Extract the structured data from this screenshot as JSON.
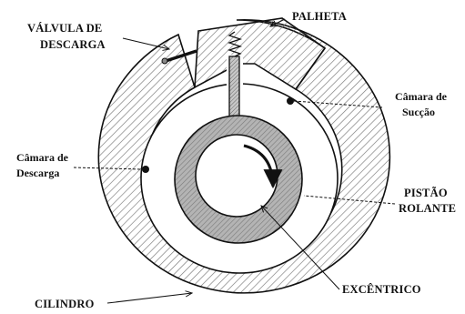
{
  "labels": {
    "valve_line1": "VÁLVULA DE",
    "valve_line2": "DESCARGA",
    "vane": "PALHETA",
    "suction_line1": "Câmara de",
    "suction_line2": "Sucção",
    "discharge_line1": "Câmara de",
    "discharge_line2": "Descarga",
    "piston_line1": "PISTÃO",
    "piston_line2": "ROLANTE",
    "eccentric": "EXCÊNTRICO",
    "cylinder": "CILINDRO"
  },
  "colors": {
    "ink": "#111111",
    "cylinder_hatch": "#777777",
    "piston_fill": "#9a9a9a",
    "background": "#ffffff"
  }
}
